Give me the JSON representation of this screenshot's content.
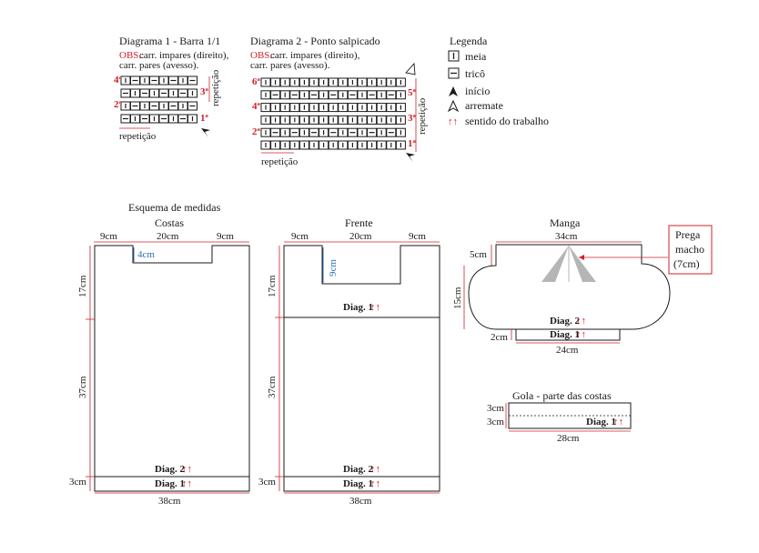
{
  "diagram1": {
    "title": "Diagrama 1 - Barra 1/1",
    "obs_label": "OBS.:",
    "obs_line1": "carr. impares (direito),",
    "obs_line2": "carr. pares (avesso).",
    "row_labels": [
      "4ª",
      "3ª",
      "2ª",
      "1ª"
    ],
    "repeat_side": "repetição",
    "repeat_bottom": "repetição"
  },
  "diagram2": {
    "title": "Diagrama 2 - Ponto salpicado",
    "obs_label": "OBS.:",
    "obs_line1": "carr. impares (direito),",
    "obs_line2": "carr. pares (avesso).",
    "row_labels": [
      "6ª",
      "5ª",
      "4ª",
      "3ª",
      "2ª",
      "1ª"
    ],
    "repeat_side": "repetição",
    "repeat_bottom": "repetição"
  },
  "legend": {
    "title": "Legenda",
    "items": [
      "meia",
      "tricô",
      "início",
      "arremate",
      "sentido do trabalho"
    ]
  },
  "schema": {
    "title": "Esquema de medidas"
  },
  "costas": {
    "title": "Costas",
    "top_left": "9cm",
    "top_mid": "20cm",
    "top_right": "9cm",
    "neck": "4cm",
    "h1": "17cm",
    "h2": "37cm",
    "h3": "3cm",
    "width": "38cm",
    "diag2": "Diag. 2",
    "diag1": "Diag. 1"
  },
  "frente": {
    "title": "Frente",
    "top_left": "9cm",
    "top_mid": "20cm",
    "top_right": "9cm",
    "neck": "9cm",
    "h1": "17cm",
    "h2": "37cm",
    "h3": "3cm",
    "width": "38cm",
    "diag1_top": "Diag. 1",
    "diag2": "Diag. 2",
    "diag1": "Diag. 1"
  },
  "manga": {
    "title": "Manga",
    "top": "34cm",
    "side": "5cm",
    "height": "15cm",
    "cuff": "2cm",
    "bottom": "24cm",
    "diag2": "Diag. 2",
    "diag1": "Diag. 1",
    "prega_line1": "Prega",
    "prega_line2": "macho",
    "prega_line3": "(7cm)"
  },
  "gola": {
    "title": "Gola - parte das costas",
    "h1": "3cm",
    "h2": "3cm",
    "width": "28cm",
    "diag1": "Diag. 1"
  },
  "arrows": "↑↑",
  "colors": {
    "line": "#1a1a1a",
    "accent": "#d0202a",
    "blue": "#2a6fb5"
  }
}
